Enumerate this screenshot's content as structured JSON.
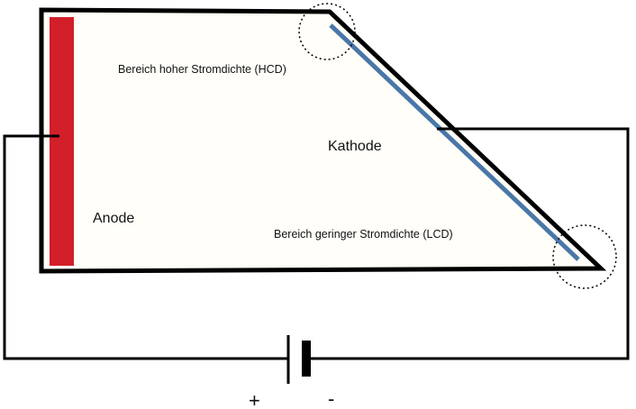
{
  "labels": {
    "hcd": "Bereich hoher Stromdichte (HCD)",
    "kathode": "Kathode",
    "anode": "Anode",
    "lcd": "Bereich geringer Stromdichte (LCD)",
    "plus": "+",
    "minus": "-"
  },
  "colors": {
    "anode": "#d21f2a",
    "cathode": "#4a77a8",
    "tank_fill": "#fffef8",
    "outline": "#000000"
  }
}
